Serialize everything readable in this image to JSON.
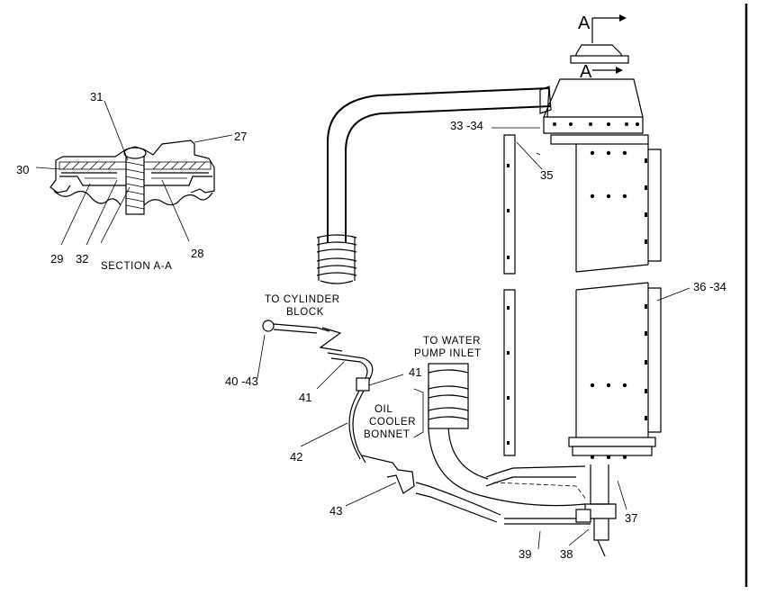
{
  "labels": {
    "l27": "27",
    "l30": "30",
    "l31": "31",
    "l28": "28",
    "l29": "29",
    "l32": "32",
    "section": "SECTION A-A",
    "a_top": "A",
    "a_bottom": "A",
    "l33_34": "33 -34",
    "l35": "35",
    "l36_34": "36 -34",
    "l37": "37",
    "l38": "38",
    "l39": "39",
    "l40_43": "40 -43",
    "l41a": "41",
    "l41b": "41",
    "l42": "42",
    "l43": "43"
  },
  "callouts": {
    "to_cylinder_line1": "TO CYLINDER",
    "to_cylinder_line2": "BLOCK",
    "to_water_line1": "TO WATER",
    "to_water_line2": "PUMP INLET",
    "oil_line1": "OIL",
    "oil_line2": "COOLER",
    "oil_line3": "BONNET"
  }
}
